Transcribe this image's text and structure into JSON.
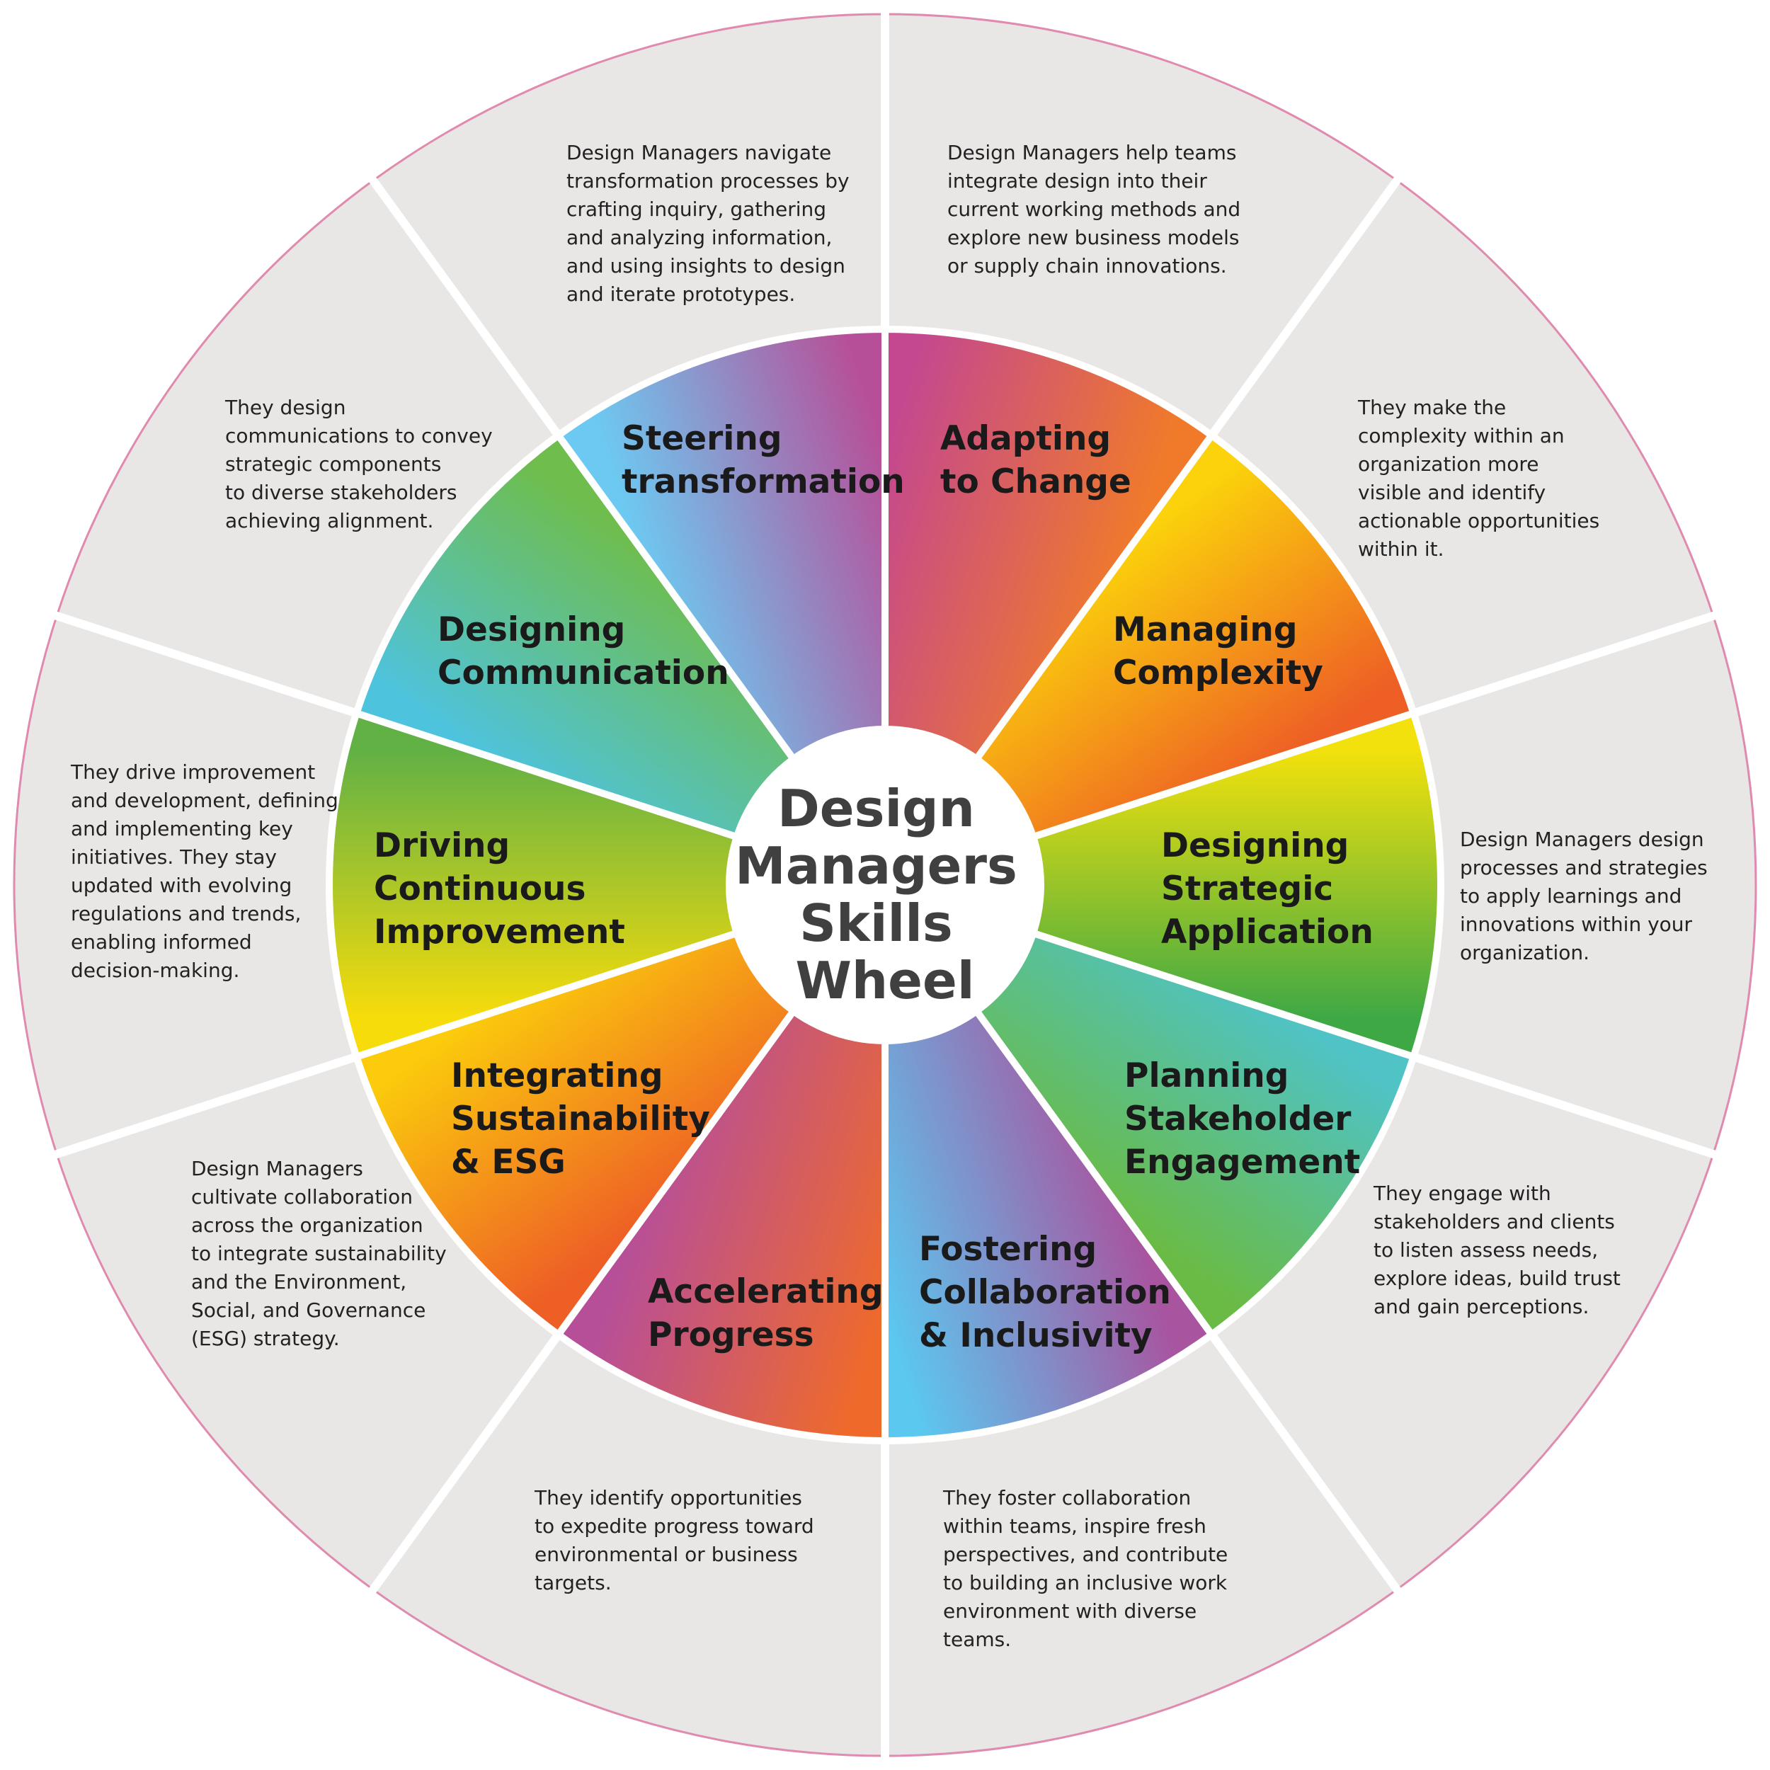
{
  "center": {
    "lines": [
      "Design",
      "Managers",
      "Skills",
      "Wheel"
    ]
  },
  "colors": {
    "background_segment": "#e9e7e6",
    "outer_ring_border": "#e08ab0",
    "divider": "#ffffff",
    "center_fill": "#ffffff",
    "center_text": "#404040",
    "label_text": "#1a1a1a",
    "description_text": "#222222"
  },
  "segments": [
    {
      "id": "adapting-to-change",
      "label": [
        "Adapting",
        "to Change"
      ],
      "description": [
        "Design Managers help teams",
        "integrate design into their",
        "current working methods and",
        "explore new business models",
        "or supply chain innovations."
      ],
      "gradient": [
        "#c4488f",
        "#f07a2a"
      ]
    },
    {
      "id": "managing-complexity",
      "label": [
        "Managing",
        "Complexity"
      ],
      "description": [
        "They make the",
        "complexity within an",
        "organization more",
        "visible and identify",
        "actionable opportunities",
        "within it."
      ],
      "gradient": [
        "#fbd20b",
        "#ee5f25"
      ]
    },
    {
      "id": "designing-strategic-application",
      "label": [
        "Designing",
        "Strategic",
        "Application"
      ],
      "description": [
        "Design Managers design",
        "processes and strategies",
        "to apply learnings and",
        "innovations within your",
        "organization."
      ],
      "gradient": [
        "#f2e10c",
        "#3ea845"
      ]
    },
    {
      "id": "planning-stakeholder-engagement",
      "label": [
        "Planning",
        "Stakeholder",
        "Engagement"
      ],
      "description": [
        "They engage with",
        "stakeholders and clients",
        "to listen assess needs,",
        "explore ideas, build trust",
        "and gain perceptions."
      ],
      "gradient": [
        "#4fc3c6",
        "#6abb45"
      ]
    },
    {
      "id": "fostering-collaboration",
      "label": [
        "Fostering",
        "Collaboration",
        "& Inclusivity"
      ],
      "description": [
        "They foster collaboration",
        "within teams, inspire fresh",
        "perspectives, and contribute",
        "to building an inclusive work",
        "environment with diverse",
        "teams."
      ],
      "gradient": [
        "#a8549f",
        "#5bc8f0"
      ]
    },
    {
      "id": "accelerating-progress",
      "label": [
        "Accelerating",
        "Progress"
      ],
      "description": [
        "They identify opportunities",
        "to expedite progress toward",
        "environmental or business",
        "targets."
      ],
      "gradient": [
        "#ef6a2a",
        "#b74f98"
      ]
    },
    {
      "id": "integrating-sustainability",
      "label": [
        "Integrating",
        "Sustainability",
        "& ESG"
      ],
      "description": [
        "Design Managers",
        "cultivate collaboration",
        "across the organization",
        "to integrate sustainability",
        "and the Environment,",
        "Social, and Governance",
        "(ESG) strategy."
      ],
      "gradient": [
        "#ee5f26",
        "#fbcb0c"
      ]
    },
    {
      "id": "driving-continuous-improvement",
      "label": [
        "Driving",
        "Continuous",
        "Improvement"
      ],
      "description": [
        "They drive improvement",
        "and development, defining",
        "and implementing key",
        "initiatives. They stay",
        "updated with evolving",
        "regulations and trends,",
        "enabling informed",
        "decision-making."
      ],
      "gradient": [
        "#f7dc0b",
        "#62b145"
      ]
    },
    {
      "id": "designing-communication",
      "label": [
        "Designing",
        "Communication"
      ],
      "description": [
        "They design",
        "communications to convey",
        "strategic components",
        "to diverse stakeholders",
        "achieving alignment."
      ],
      "gradient": [
        "#4ec3de",
        "#6fbd4c"
      ]
    },
    {
      "id": "steering-transformation",
      "label": [
        "Steering",
        "transformation"
      ],
      "description": [
        "Design Managers navigate",
        "transformation processes by",
        "crafting inquiry, gathering",
        "and analyzing information,",
        "and using insights to design",
        "and iterate prototypes."
      ],
      "gradient": [
        "#6ccaf2",
        "#b74f98"
      ]
    }
  ]
}
